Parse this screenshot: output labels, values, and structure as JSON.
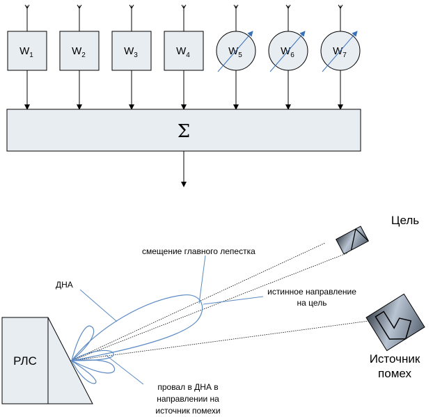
{
  "weights": [
    {
      "base": "W",
      "sub": "1",
      "kind": "box"
    },
    {
      "base": "W",
      "sub": "2",
      "kind": "box"
    },
    {
      "base": "W",
      "sub": "3",
      "kind": "box"
    },
    {
      "base": "W",
      "sub": "4",
      "kind": "box"
    },
    {
      "base": "W",
      "sub": "5",
      "kind": "adjustable"
    },
    {
      "base": "W",
      "sub": "6",
      "kind": "adjustable"
    },
    {
      "base": "W",
      "sub": "7",
      "kind": "adjustable"
    }
  ],
  "summator": {
    "symbol": "Σ"
  },
  "radar": {
    "label": "РЛС"
  },
  "target": {
    "label": "Цель"
  },
  "jammer": {
    "label_line1": "Источник",
    "label_line2": "помех"
  },
  "annotations": {
    "pattern": "ДНА",
    "lobe_shift": "смещение главного лепестка",
    "true_dir_line1": "истинное направление",
    "true_dir_line2": "на цель",
    "null_line1": "провал в ДНА в",
    "null_line2": "направлении на",
    "null_line3": "источник помехи"
  },
  "colors": {
    "stroke": "#000000",
    "box_fill": "#e8edf2",
    "lobe_stroke": "#5b8ac4",
    "leader": "#5b8ac4",
    "adjust_arrow": "#3a72b8"
  }
}
